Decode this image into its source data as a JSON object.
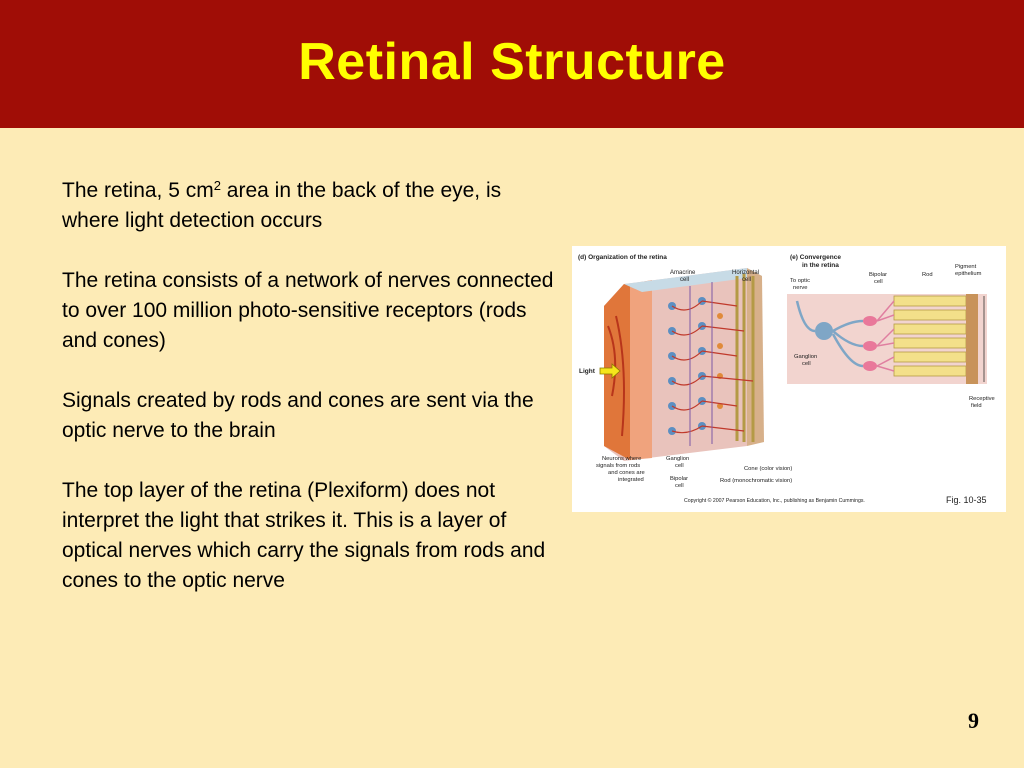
{
  "slide": {
    "title": "Retinal Structure",
    "page_number": "9"
  },
  "paragraphs": [
    {
      "pre": "The retina, 5 cm",
      "sup": "2",
      "post": " area in the back of the eye, is where light detection occurs"
    },
    {
      "text": "The retina consists of a network of nerves connected to over 100 million photo-sensitive receptors (rods and cones)"
    },
    {
      "text": "Signals created by rods and cones are sent via the optic nerve to the brain"
    },
    {
      "text": "The top layer of the retina (Plexiform) does not interpret the light that strikes it. This is a layer of optical nerves which carry the signals from rods and cones to the optic nerve"
    }
  ],
  "figure": {
    "panel_d_title": "(d) Organization of the retina",
    "panel_e_title_line1": "(e) Convergence",
    "panel_e_title_line2": "in the retina",
    "labels": {
      "amacrine_1": "Amacrine",
      "amacrine_2": "cell",
      "horizontal_1": "Horizontal",
      "horizontal_2": "cell",
      "light": "Light",
      "neurons_1": "Neurons where",
      "neurons_2": "signals from rods",
      "neurons_3": "and cones are",
      "neurons_4": "integrated",
      "ganglion_1": "Ganglion",
      "ganglion_2": "cell",
      "bipolar_1": "Bipolar",
      "bipolar_2": "cell",
      "cone": "Cone (color vision)",
      "rod_mono": "Rod (monochromatic vision)",
      "to_optic_1": "To optic",
      "to_optic_2": "nerve",
      "bipolar_e_1": "Bipolar",
      "bipolar_e_2": "cell",
      "rod_e": "Rod",
      "pigment_1": "Pigment",
      "pigment_2": "epithelium",
      "ganglion_e_1": "Ganglion",
      "ganglion_e_2": "cell",
      "receptive_1": "Receptive",
      "receptive_2": "field"
    },
    "copyright": "Copyright © 2007 Pearson Education, Inc., publishing as Benjamin Cummings.",
    "fig_number": "Fig. 10-35"
  }
}
